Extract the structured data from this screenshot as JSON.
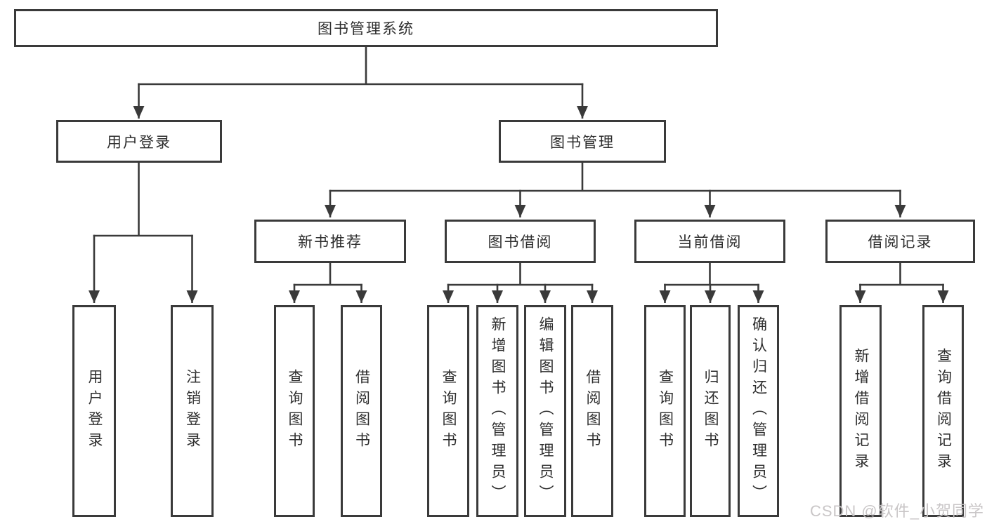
{
  "nodes": {
    "root": {
      "label": "图书管理系统"
    },
    "user_login": {
      "label": "用户登录"
    },
    "book_management": {
      "label": "图书管理"
    },
    "new_book_recommend": {
      "label": "新书推荐"
    },
    "book_borrowing": {
      "label": "图书借阅"
    },
    "current_borrowing": {
      "label": "当前借阅"
    },
    "borrowing_records": {
      "label": "借阅记录"
    },
    "leaf_user_login": {
      "label": "用户登录"
    },
    "leaf_logout": {
      "label": "注销登录"
    },
    "leaf_query_books_1": {
      "label": "查询图书"
    },
    "leaf_borrow_books_1": {
      "label": "借阅图书"
    },
    "leaf_query_books_2": {
      "label": "查询图书"
    },
    "leaf_add_books": {
      "label": "新增图书（管理员）"
    },
    "leaf_edit_books": {
      "label": "编辑图书（管理员）"
    },
    "leaf_borrow_books_2": {
      "label": "借阅图书"
    },
    "leaf_query_books_3": {
      "label": "查询图书"
    },
    "leaf_return_books": {
      "label": "归还图书"
    },
    "leaf_confirm_return": {
      "label": "确认归还（管理员）"
    },
    "leaf_add_borrow_record": {
      "label": "新增借阅记录"
    },
    "leaf_query_borrow_record": {
      "label": "查询借阅记录"
    }
  },
  "hierarchy": [
    {
      "parent": "图书管理系统",
      "children": [
        "用户登录",
        "图书管理"
      ]
    },
    {
      "parent": "用户登录",
      "children": [
        "用户登录",
        "注销登录"
      ]
    },
    {
      "parent": "图书管理",
      "children": [
        "新书推荐",
        "图书借阅",
        "当前借阅",
        "借阅记录"
      ]
    },
    {
      "parent": "新书推荐",
      "children": [
        "查询图书",
        "借阅图书"
      ]
    },
    {
      "parent": "图书借阅",
      "children": [
        "查询图书",
        "新增图书（管理员）",
        "编辑图书（管理员）",
        "借阅图书"
      ]
    },
    {
      "parent": "当前借阅",
      "children": [
        "查询图书",
        "归还图书",
        "确认归还（管理员）"
      ]
    },
    {
      "parent": "借阅记录",
      "children": [
        "新增借阅记录",
        "查询借阅记录"
      ]
    }
  ],
  "colors": {
    "line": "#3a3a3a",
    "box_border": "#3a3a3a",
    "text": "#2e2e2e",
    "background": "#ffffff",
    "watermark": "#c6c3c4"
  },
  "watermark": {
    "text": "CSDN @软件_小贺同学"
  }
}
